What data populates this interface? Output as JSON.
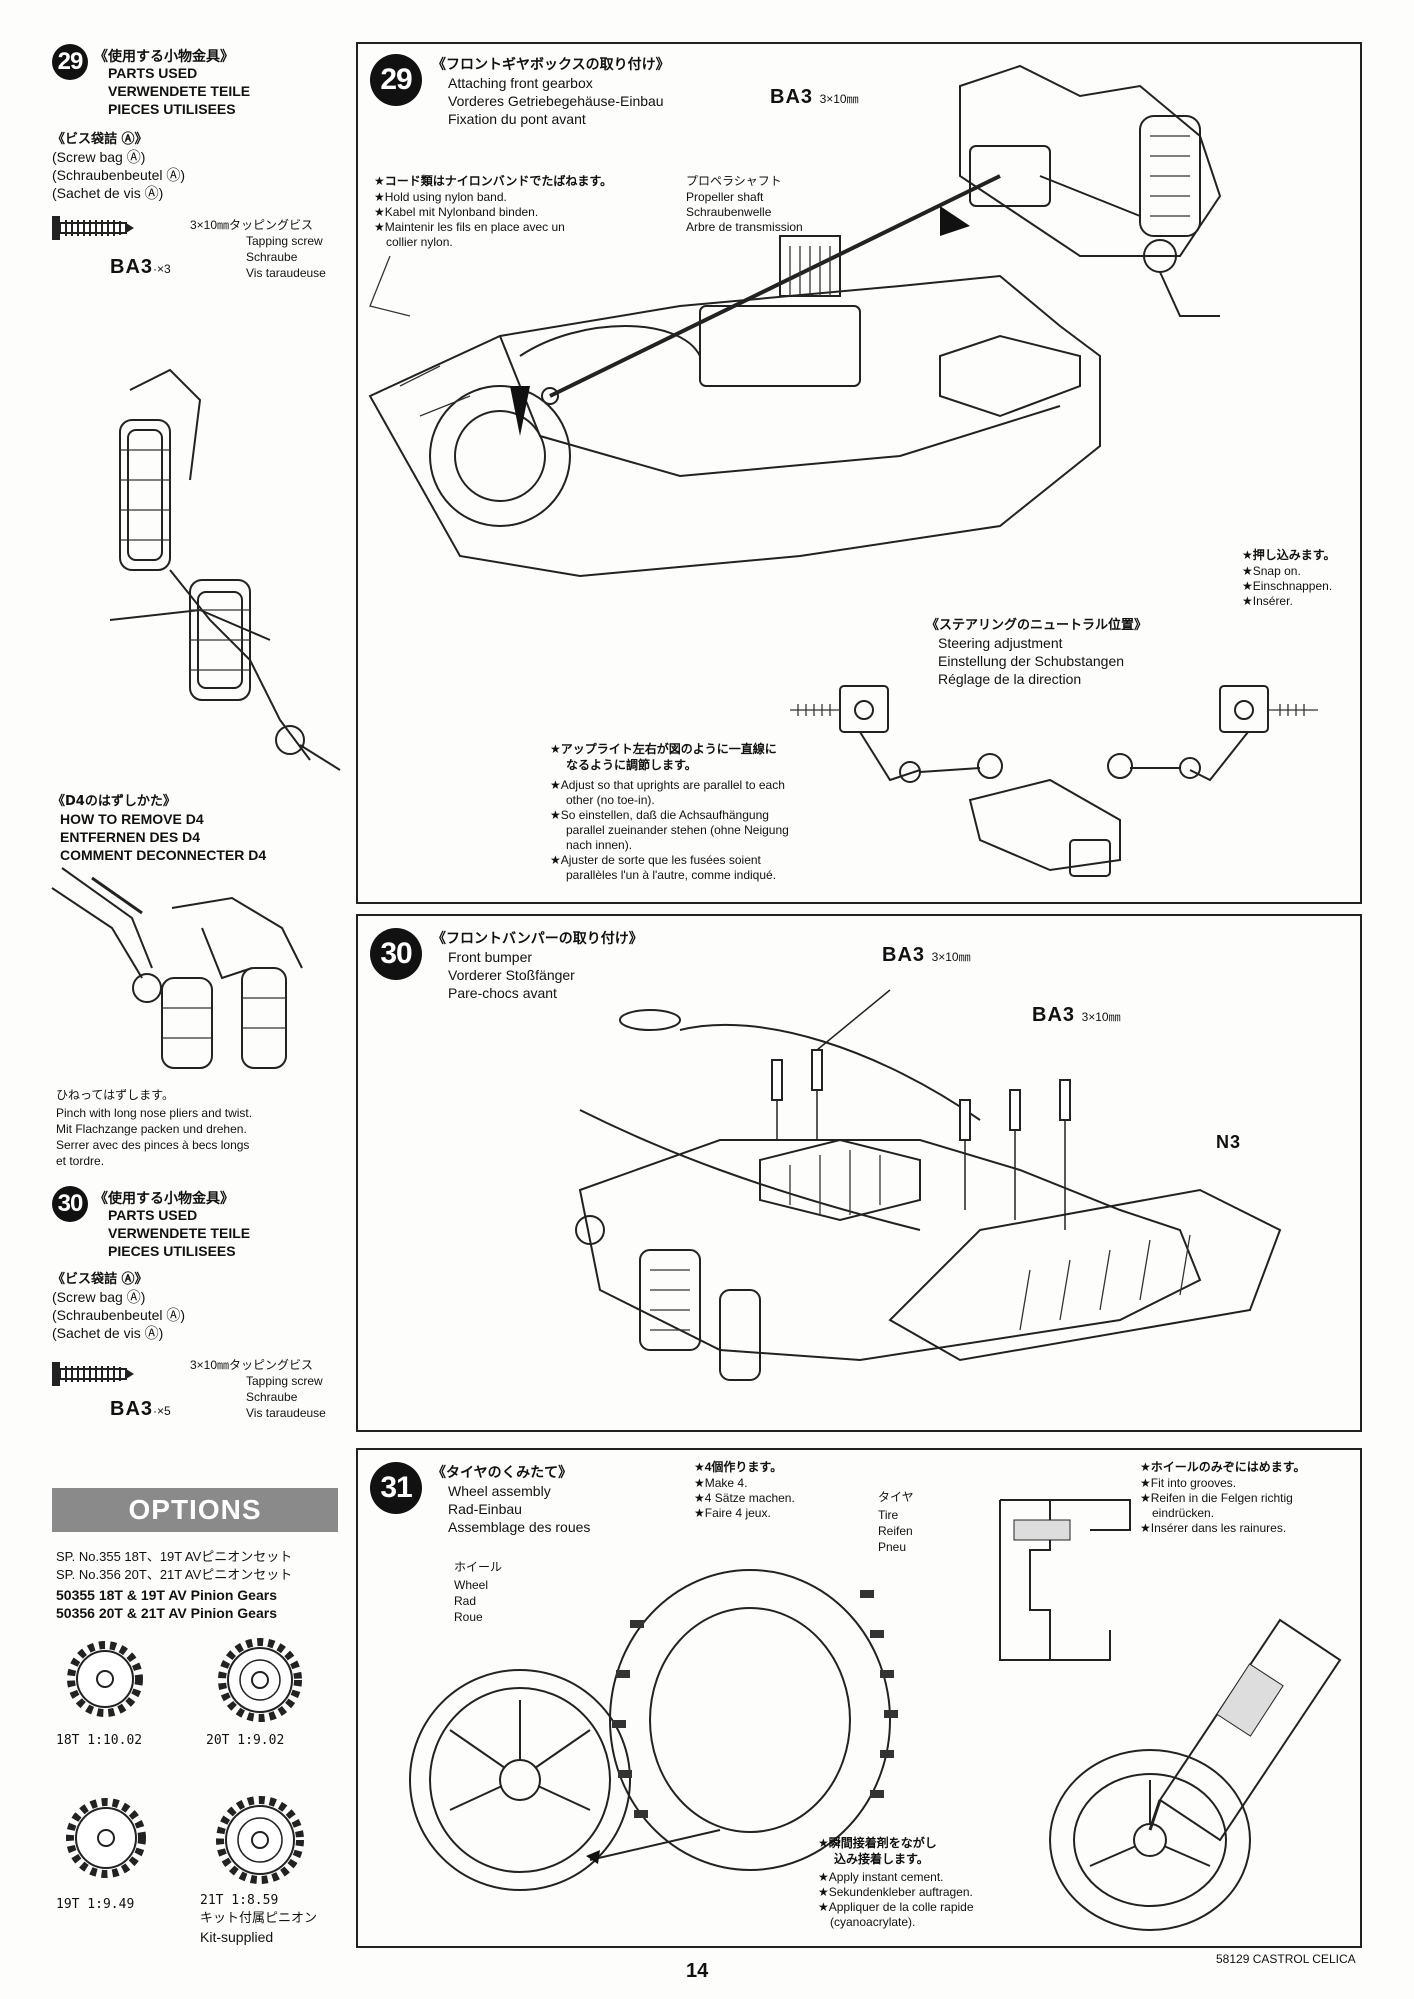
{
  "left_col": {
    "step29_parts": {
      "step": "29",
      "title_jp": "《使用する小物金具》",
      "title_en": "PARTS USED",
      "title_de": "VERWENDETE TEILE",
      "title_fr": "PIECES UTILISEES",
      "bag_jp": "《ビス袋詰 Ⓐ》",
      "bag_en": "(Screw bag Ⓐ)",
      "bag_de": "(Schraubenbeutel Ⓐ)",
      "bag_fr": "(Sachet de vis Ⓐ)",
      "screw_spec_jp": "3×10㎜タッピングビス",
      "screw_en": "Tapping screw",
      "screw_de": "Schraube",
      "screw_fr": "Vis taraudeuse",
      "code": "BA3",
      "qty": "·×3"
    },
    "remove_d4": {
      "title_jp": "《D4のはずしかた》",
      "title_en": "HOW TO REMOVE D4",
      "title_de": "ENTFERNEN DES D4",
      "title_fr": "COMMENT DECONNECTER D4",
      "note_jp": "ひねってはずします。",
      "note_en": "Pinch with long nose pliers and twist.",
      "note_de": "Mit Flachzange packen und drehen.",
      "note_fr1": "Serrer avec des pinces à becs longs",
      "note_fr2": "et tordre."
    },
    "step30_parts": {
      "step": "30",
      "title_jp": "《使用する小物金具》",
      "title_en": "PARTS USED",
      "title_de": "VERWENDETE TEILE",
      "title_fr": "PIECES UTILISEES",
      "bag_jp": "《ビス袋詰 Ⓐ》",
      "bag_en": "(Screw bag Ⓐ)",
      "bag_de": "(Schraubenbeutel Ⓐ)",
      "bag_fr": "(Sachet de vis Ⓐ)",
      "screw_spec_jp": "3×10㎜タッピングビス",
      "screw_en": "Tapping screw",
      "screw_de": "Schraube",
      "screw_fr": "Vis taraudeuse",
      "code": "BA3",
      "qty": "·×5"
    },
    "options": {
      "banner": "OPTIONS",
      "line1": "SP. No.355  18T、19T AVピニオンセット",
      "line2": "SP. No.356  20T、21T AVピニオンセット",
      "line3": "50355 18T & 19T AV Pinion Gears",
      "line4": "50356 20T & 21T AV Pinion Gears",
      "gears": [
        {
          "label": "18T  1:10.02"
        },
        {
          "label": "20T  1:9.02"
        },
        {
          "label": "19T  1:9.49"
        },
        {
          "label": "21T  1:8.59"
        }
      ],
      "kit_jp": "キット付属ピニオン",
      "kit_en": "Kit-supplied"
    }
  },
  "step29": {
    "step": "29",
    "title_jp": "《フロントギヤボックスの取り付け》",
    "title_en": "Attaching front gearbox",
    "title_de": "Vorderes Getriebegehäuse-Einbau",
    "title_fr": "Fixation du pont avant",
    "screw_label": "BA3",
    "screw_size": "3×10㎜",
    "nylon_jp": "★コード類はナイロンバンドでたばねます。",
    "nylon_en": "★Hold using nylon band.",
    "nylon_de": "★Kabel mit Nylonband binden.",
    "nylon_fr1": "★Maintenir les fils en place avec un",
    "nylon_fr2": "collier nylon.",
    "shaft_jp": "プロペラシャフト",
    "shaft_en": "Propeller shaft",
    "shaft_de": "Schraubenwelle",
    "shaft_fr": "Arbre de transmission",
    "snap_jp": "★押し込みます。",
    "snap_en": "★Snap on.",
    "snap_de": "★Einschnappen.",
    "snap_fr": "★Insérer.",
    "steer_jp": "《ステアリングのニュートラル位置》",
    "steer_en": "Steering adjustment",
    "steer_de": "Einstellung der Schubstangen",
    "steer_fr": "Réglage de la direction",
    "upright_jp1": "★アップライト左右が図のように一直線に",
    "upright_jp2": "なるように調節します。",
    "upright_en1": "★Adjust so that uprights are parallel to each",
    "upright_en2": "other (no toe-in).",
    "upright_de1": "★So einstellen, daß die Achsaufhängung",
    "upright_de2": "parallel zueinander stehen (ohne Neigung",
    "upright_de3": "nach innen).",
    "upright_fr1": "★Ajuster de sorte que les fusées soient",
    "upright_fr2": "parallèles l'un à l'autre, comme indiqué."
  },
  "step30": {
    "step": "30",
    "title_jp": "《フロントバンパーの取り付け》",
    "title_en": "Front bumper",
    "title_de": "Vorderer Stoßfänger",
    "title_fr": "Pare-chocs avant",
    "screw_label": "BA3",
    "screw_size": "3×10㎜",
    "part": "N3"
  },
  "step31": {
    "step": "31",
    "title_jp": "《タイヤのくみたて》",
    "title_en": "Wheel assembly",
    "title_de": "Rad-Einbau",
    "title_fr": "Assemblage des roues",
    "make_jp": "★4個作ります。",
    "make_en": "★Make 4.",
    "make_de": "★4 Sätze machen.",
    "make_fr": "★Faire 4 jeux.",
    "wheel_jp": "ホイール",
    "wheel_en": "Wheel",
    "wheel_de": "Rad",
    "wheel_fr": "Roue",
    "tire_jp": "タイヤ",
    "tire_en": "Tire",
    "tire_de": "Reifen",
    "tire_fr": "Pneu",
    "groove_jp": "★ホイールのみぞにはめます。",
    "groove_en": "★Fit into grooves.",
    "groove_de1": "★Reifen in die Felgen richtig",
    "groove_de2": "eindrücken.",
    "groove_fr": "★Insérer dans les rainures.",
    "cement_jp1": "★瞬間接着剤をながし",
    "cement_jp2": "込み接着します。",
    "cement_en": "★Apply instant cement.",
    "cement_de": "★Sekundenkleber auftragen.",
    "cement_fr1": "★Appliquer de la colle rapide",
    "cement_fr2": "(cyanoacrylate)."
  },
  "footer": {
    "page_number": "14",
    "model": "58129 CASTROL CELICA"
  }
}
